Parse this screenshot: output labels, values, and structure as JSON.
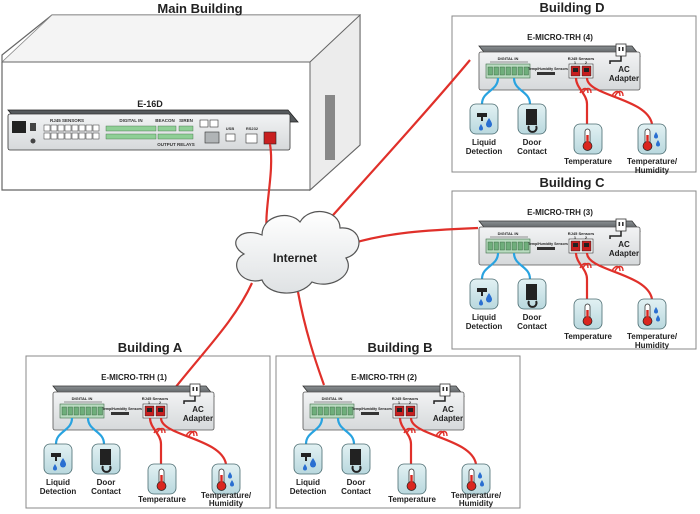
{
  "main_building": {
    "title": "Main Building",
    "device": "E-16D",
    "rj45_label": "RJ45 SENSORS",
    "digital_in_label": "DIGITAL IN",
    "beacon_label": "BEACON",
    "siren_label": "SIREN",
    "output_relays_label": "OUTPUT RELAYS",
    "usb_label": "USB",
    "rs232_label": "RS232"
  },
  "cloud_label": "Internet",
  "buildings": [
    {
      "title": "Building D",
      "device": "E-MICRO-TRH  (4)",
      "digital_in": "DIGITAL IN",
      "th_sensors": "Temp/Humidity Sensors",
      "rj45": "RJ45 Sensors",
      "port_a": "1",
      "port_b": "2",
      "ac": "AC",
      "adapter": "Adapter",
      "liquid1": "Liquid",
      "liquid2": "Detection",
      "door1": "Door",
      "door2": "Contact",
      "temp": "Temperature",
      "th1": "Temperature/",
      "th2": "Humidity"
    },
    {
      "title": "Building C",
      "device": "E-MICRO-TRH  (3)",
      "digital_in": "DIGITAL IN",
      "th_sensors": "Temp/Humidity Sensors",
      "rj45": "RJ45 Sensors",
      "port_a": "1",
      "port_b": "2",
      "ac": "AC",
      "adapter": "Adapter",
      "liquid1": "Liquid",
      "liquid2": "Detection",
      "door1": "Door",
      "door2": "Contact",
      "temp": "Temperature",
      "th1": "Temperature/",
      "th2": "Humidity"
    },
    {
      "title": "Building A",
      "device": "E-MICRO-TRH  (1)",
      "digital_in": "DIGITAL IN",
      "th_sensors": "Temp/Humidity Sensors",
      "rj45": "RJ45 Sensors",
      "port_a": "1",
      "port_b": "2",
      "ac": "AC",
      "adapter": "Adapter",
      "liquid1": "Liquid",
      "liquid2": "Detection",
      "door1": "Door",
      "door2": "Contact",
      "temp": "Temperature",
      "th1": "Temperature/",
      "th2": "Humidity"
    },
    {
      "title": "Building B",
      "device": "E-MICRO-TRH  (2)",
      "digital_in": "DIGITAL IN",
      "th_sensors": "Temp/Humidity Sensors",
      "rj45": "RJ45 Sensors",
      "port_a": "1",
      "port_b": "2",
      "ac": "AC",
      "adapter": "Adapter",
      "liquid1": "Liquid",
      "liquid2": "Detection",
      "door1": "Door",
      "door2": "Contact",
      "temp": "Temperature",
      "th1": "Temperature/",
      "th2": "Humidity"
    }
  ],
  "colors": {
    "cable_red": "#e0302a",
    "cable_blue": "#29a3e0",
    "sensor_bg": "#cfe6ea",
    "device_body": "#e6e8e9",
    "device_top": "#6b6f72",
    "port_green": "#9fd4a6"
  }
}
